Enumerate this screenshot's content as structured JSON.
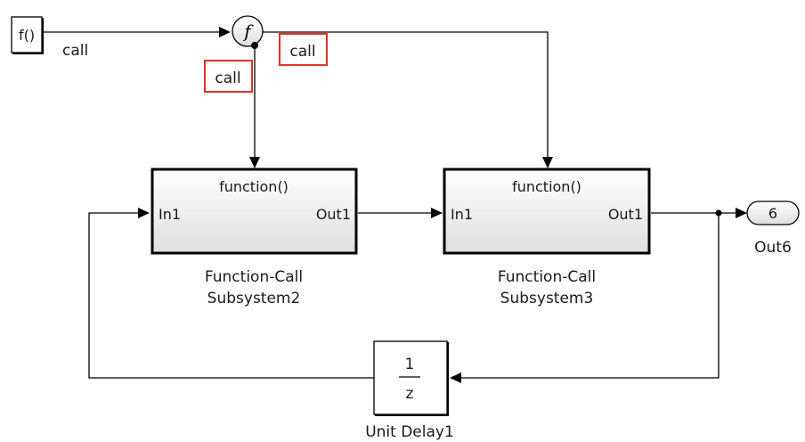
{
  "blocks": {
    "fcall_gen": {
      "label": "f()"
    },
    "fcall_split": {
      "symbol": "f"
    },
    "sub2": {
      "header": "function()",
      "in_port": "In1",
      "out_port": "Out1",
      "name_line1": "Function-Call",
      "name_line2": "Subsystem2"
    },
    "sub3": {
      "header": "function()",
      "in_port": "In1",
      "out_port": "Out1",
      "name_line1": "Function-Call",
      "name_line2": "Subsystem3"
    },
    "out6": {
      "port_number": "6",
      "name": "Out6"
    },
    "unit_delay": {
      "numerator": "1",
      "denominator": "z",
      "name": "Unit Delay1"
    }
  },
  "signals": {
    "gen_to_split": "call",
    "split_to_sub2": "call",
    "split_to_sub3": "call"
  },
  "colors": {
    "highlight": "#e0302b",
    "block_fill_top": "#ffffff",
    "block_fill_bottom": "#dcdcdc"
  }
}
